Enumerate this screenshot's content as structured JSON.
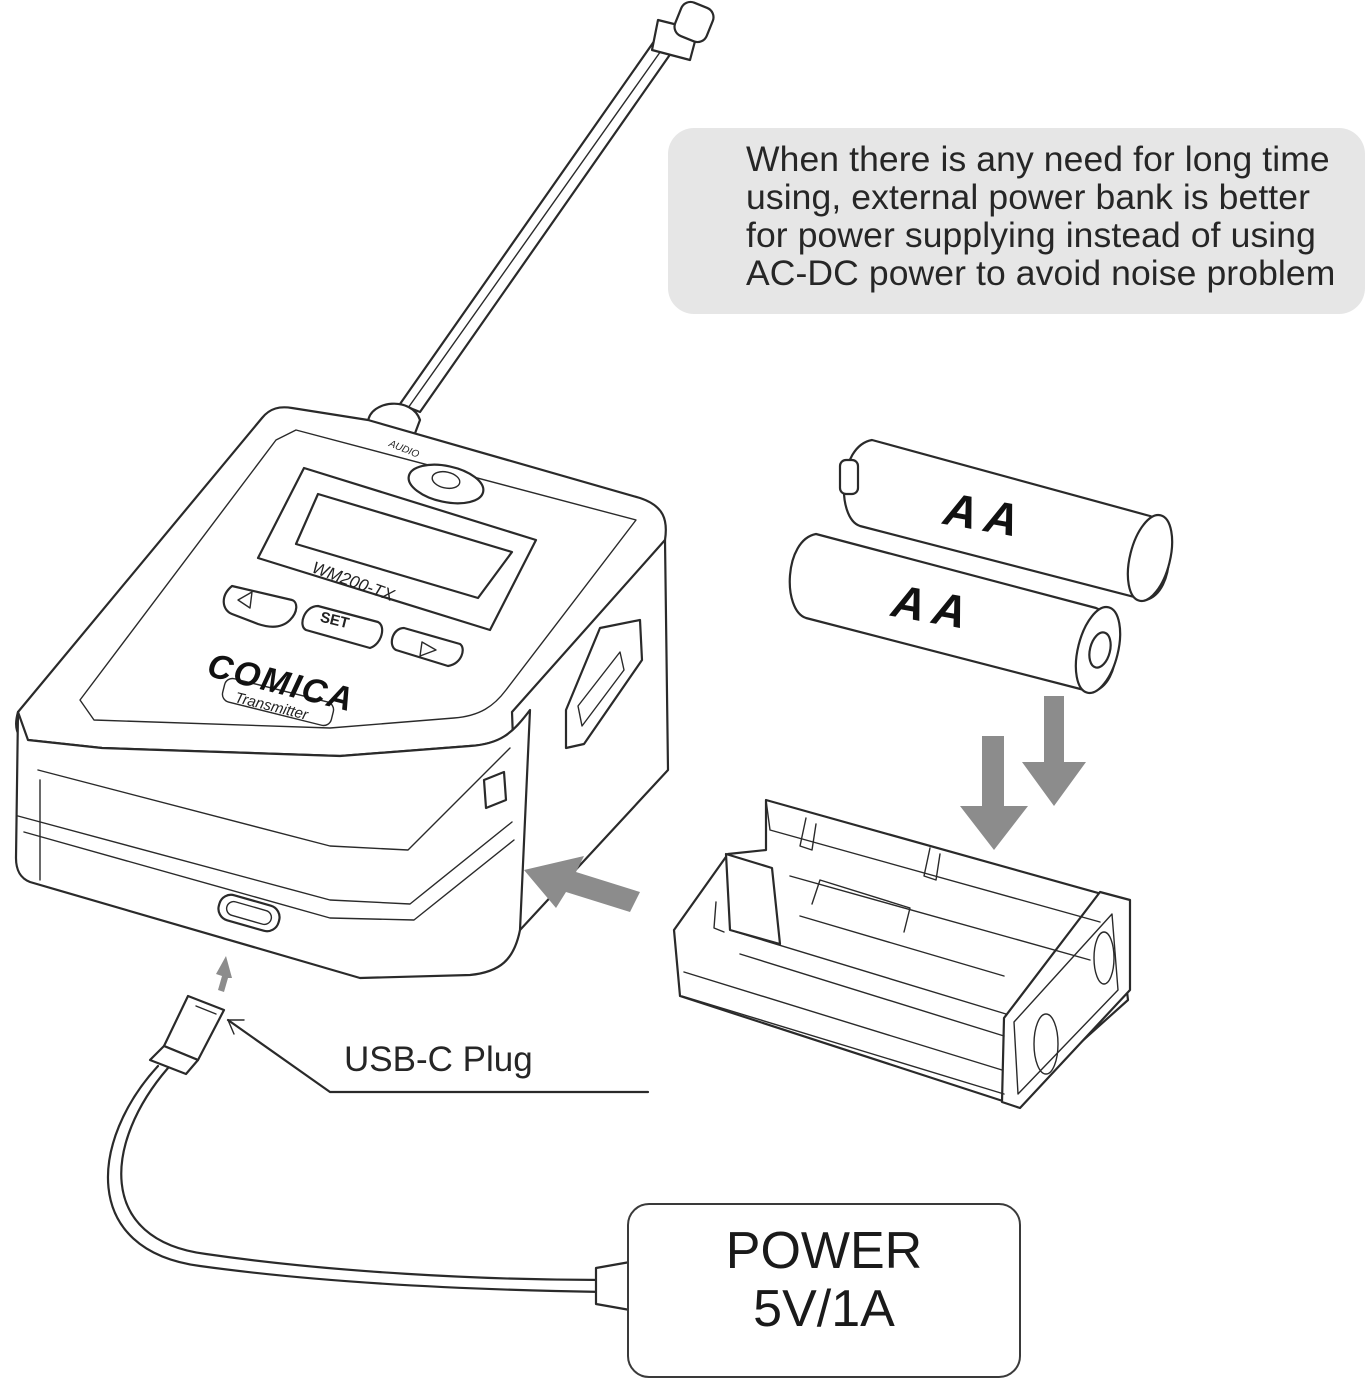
{
  "note": {
    "lines": [
      "When there is any need for long time",
      "using, external power bank is better",
      "for power supplying instead of using",
      "AC-DC power to avoid noise problem"
    ],
    "icon": "pointing-hand-icon"
  },
  "device": {
    "brand": "COMICA",
    "type_badge": "Transmitter",
    "model": "WM200-TX",
    "set_button": "SET",
    "audio_label": "AUDIO"
  },
  "batteries": {
    "top_label": "AA",
    "bottom_label": "AA"
  },
  "usb_label": "USB-C Plug",
  "power": {
    "line1": "POWER",
    "line2": "5V/1A"
  },
  "colors": {
    "line": "#2a2a2a",
    "arrow": "#8c8c8c",
    "note_bg": "#e6e6e6"
  }
}
